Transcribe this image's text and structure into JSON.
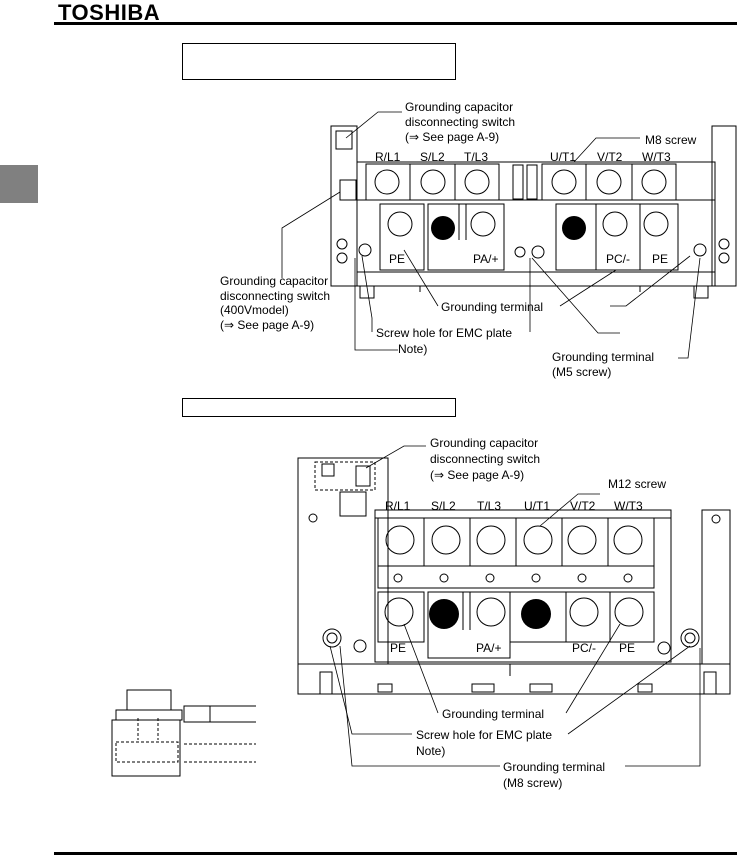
{
  "header": {
    "logo": "TOSHIBA"
  },
  "figure1": {
    "callout_switch_top": [
      "Grounding capacitor",
      "disconnecting switch",
      "(⇒ See page A-9)"
    ],
    "callout_screw": "M8 screw",
    "terminals_top": [
      "R/L1",
      "S/L2",
      "T/L3",
      "U/T1",
      "V/T2",
      "W/T3"
    ],
    "terminals_bottom": [
      "PE",
      "PA/+",
      "PC/-",
      "PE"
    ],
    "callout_switch_left": [
      "Grounding capacitor",
      "disconnecting switch",
      "(400Vmodel)",
      "(⇒ See page A-9)"
    ],
    "callout_ground": "Grounding terminal",
    "callout_emc": [
      "Screw hole for EMC plate",
      "Note)"
    ],
    "callout_ground_screw": [
      "Grounding terminal",
      "(M5 screw)"
    ]
  },
  "figure2": {
    "callout_switch": [
      "Grounding capacitor",
      "disconnecting switch",
      "(⇒ See page A-9)"
    ],
    "callout_screw": "M12 screw",
    "terminals_top": [
      "R/L1",
      "S/L2",
      "T/L3",
      "U/T1",
      "V/T2",
      "W/T3"
    ],
    "terminals_bottom": [
      "PE",
      "PA/+",
      "PC/-",
      "PE"
    ],
    "callout_ground": "Grounding terminal",
    "callout_emc": [
      "Screw hole for EMC plate",
      "Note)"
    ],
    "callout_ground_screw": [
      "Grounding terminal",
      "(M8 screw)"
    ]
  }
}
